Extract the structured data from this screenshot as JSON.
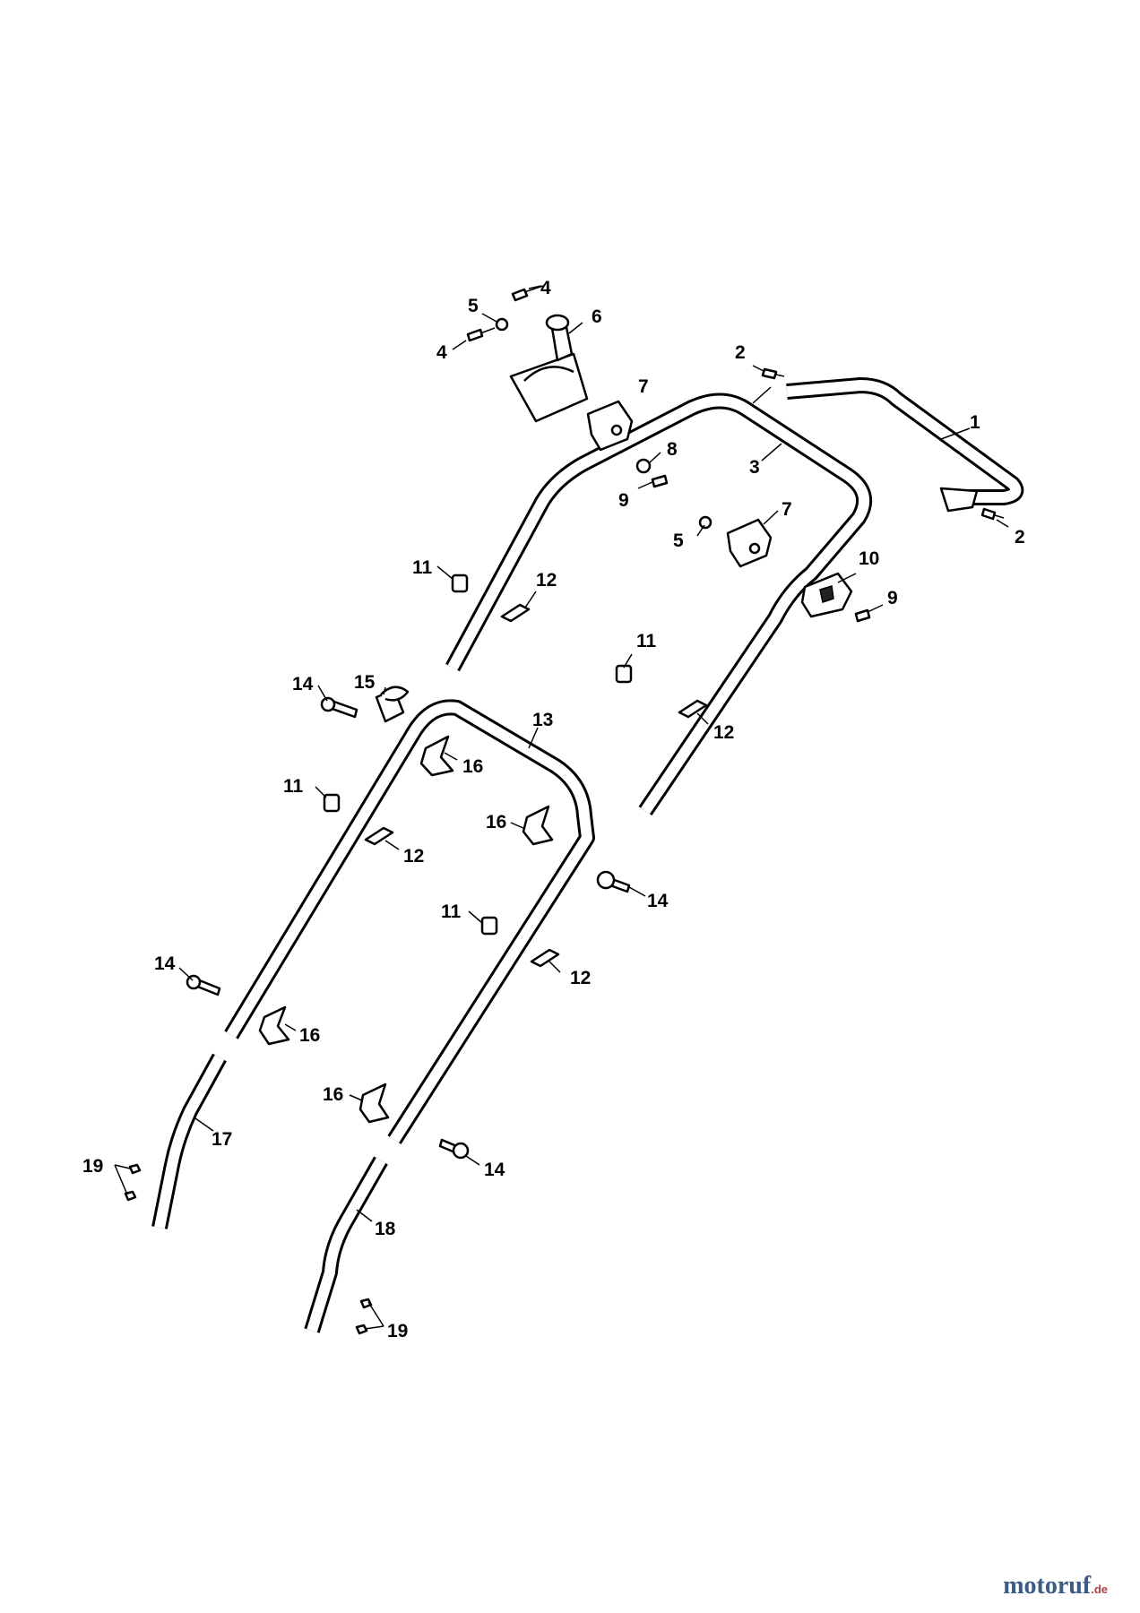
{
  "callouts": {
    "c1": "1",
    "c2": "2",
    "c3": "3",
    "c4": "4",
    "c5": "5",
    "c6": "6",
    "c7": "7",
    "c8": "8",
    "c9": "9",
    "c10": "10",
    "c11": "11",
    "c12": "12",
    "c13": "13",
    "c14": "14",
    "c15": "15",
    "c16": "16",
    "c17": "17",
    "c18": "18",
    "c19": "19"
  },
  "watermark": {
    "text": "motoruf",
    "suffix": ".de"
  }
}
